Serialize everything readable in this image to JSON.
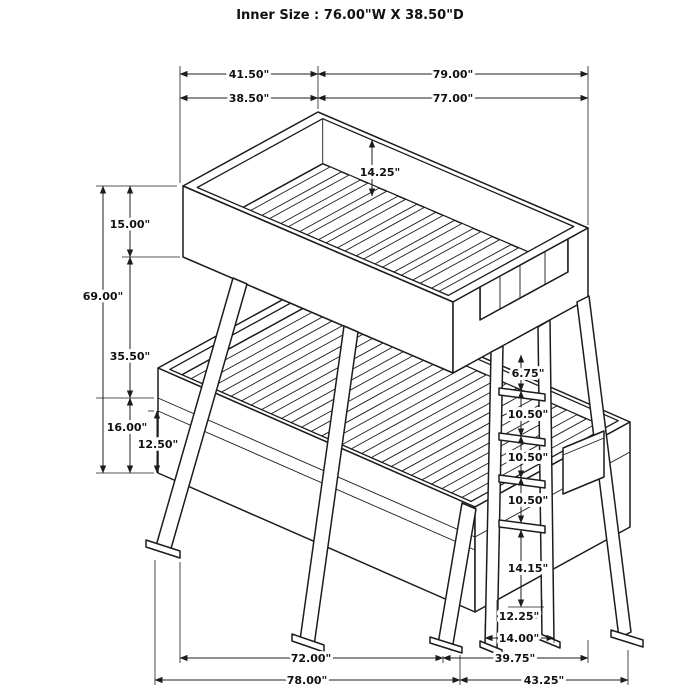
{
  "title": "Inner Size : 76.00\"W X 38.50\"D",
  "dims": {
    "top_depth": "41.50\"",
    "top_width": "79.00\"",
    "top_depth_inner": "38.50\"",
    "top_width_inner": "77.00\"",
    "rail_inner_depth": "14.25\"",
    "upper_rail_height": "15.00\"",
    "overall_height": "69.00\"",
    "bunk_gap": "35.50\"",
    "lower_frame_height": "16.00\"",
    "lower_frame_inner": "12.50\"",
    "ladder_top_gap": "6.75\"",
    "rung_spacing_1": "10.50\"",
    "rung_spacing_2": "10.50\"",
    "rung_spacing_3": "10.50\"",
    "ladder_bottom_gap": "14.15\"",
    "ladder_inner_width": "12.25\"",
    "ladder_outer_width": "14.00\"",
    "base_width_inner": "72.00\"",
    "base_width": "78.00\"",
    "base_depth_inner": "39.75\"",
    "base_depth": "43.25\""
  }
}
